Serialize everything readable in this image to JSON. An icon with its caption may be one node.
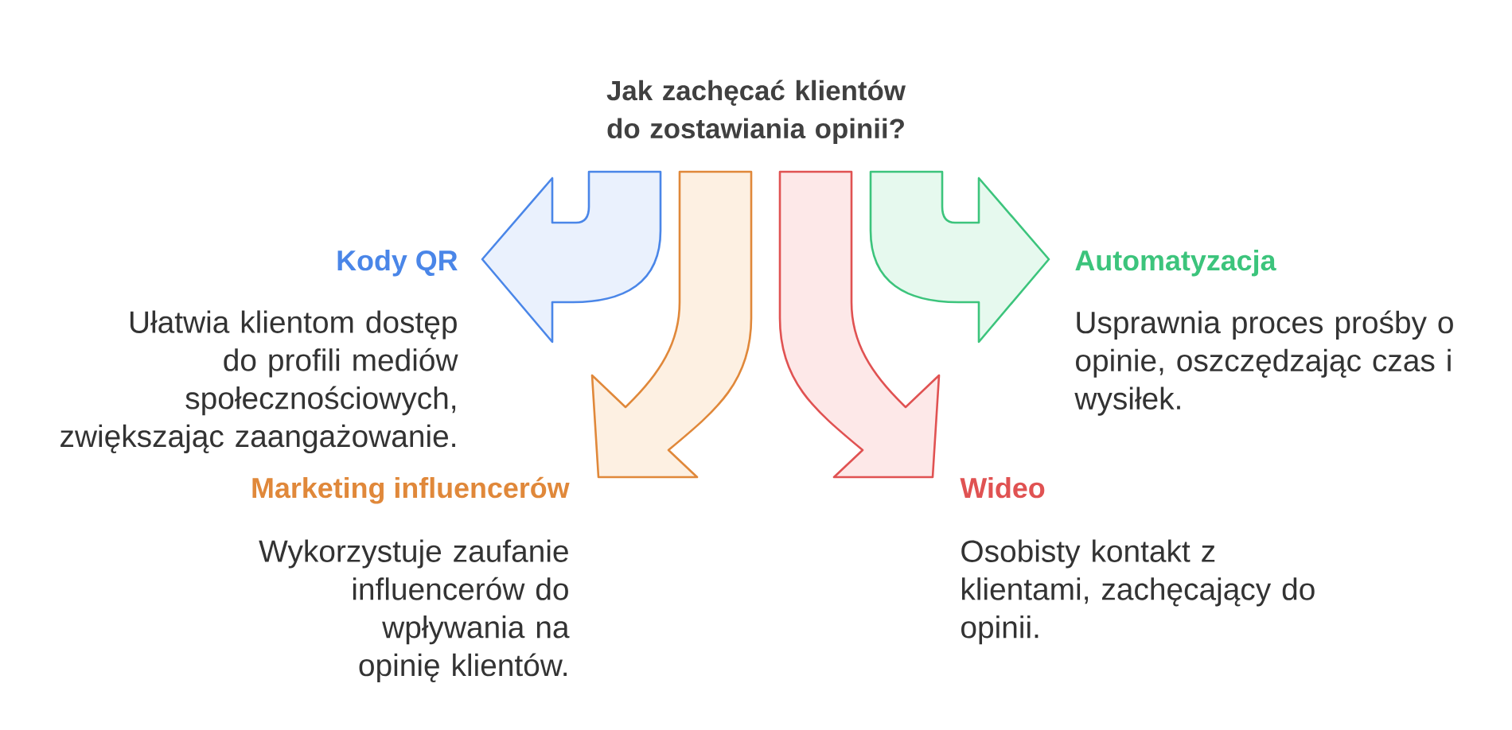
{
  "diagram": {
    "title": "Jak zachęcać klientów do zostawiania opinii?",
    "nodes": [
      {
        "text": [
          "Kody QR",
          "Ułatwia klientom dostęp do profili mediów społecznościowych, zwiększając zaangażowanie."
        ]
      },
      {
        "text": [
          "Marketing influencerów",
          "Wykorzystuje zaufanie influencerów do wpływania na opinię klientów."
        ]
      },
      {
        "text": [
          "Wideo",
          "Osobisty kontakt z klientami, zachęcający do opinii."
        ]
      },
      {
        "text": [
          "Automatyzacja",
          "Usprawnia proces prośby o opinie, oszczędzając czas i wysiłek."
        ]
      }
    ],
    "edges": [
      {
        "from": null,
        "to": 0,
        "arrow": "to"
      },
      {
        "from": null,
        "to": 1,
        "arrow": "to"
      },
      {
        "from": null,
        "to": 2,
        "arrow": "to"
      },
      {
        "from": null,
        "to": 3,
        "arrow": "to"
      }
    ]
  }
}
